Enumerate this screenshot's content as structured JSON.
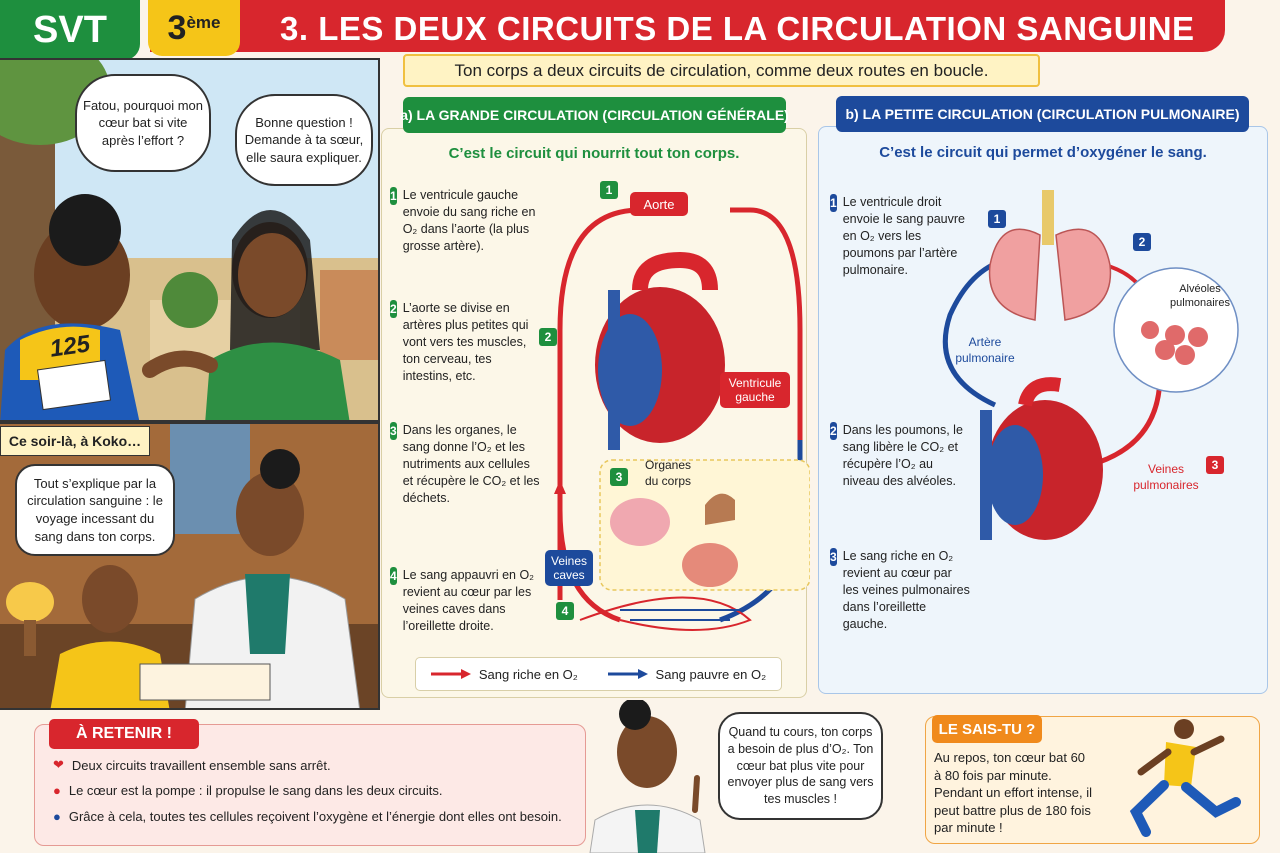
{
  "header": {
    "subject": "SVT",
    "grade": "3",
    "grade_sup": "ème",
    "title": "3. LES DEUX CIRCUITS DE LA CIRCULATION SANGUINE"
  },
  "subtitle": "Ton corps a deux circuits de circulation, comme deux routes en boucle.",
  "comic": {
    "bubble1": "Fatou, pourquoi mon cœur bat si vite après l’effort ?",
    "bubble2": "Bonne question ! Demande à ta sœur, elle saura expliquer.",
    "bib": "125",
    "caption": "Ce soir-là, à Koko…",
    "bubble3": "Tout s’explique par la circulation sanguine : le voyage incessant du sang dans ton corps."
  },
  "grande": {
    "title": "a) LA GRANDE CIRCULATION (CIRCULATION GÉNÉRALE)",
    "intro": "C’est le circuit qui nourrit tout ton corps.",
    "steps": [
      {
        "n": "1",
        "text": "Le ventricule gauche envoie du sang riche en O₂ dans l’aorte (la plus grosse artère)."
      },
      {
        "n": "2",
        "text": "L’aorte se divise en artères plus petites qui vont vers tes muscles, ton cerveau, tes intestins, etc."
      },
      {
        "n": "3",
        "text": "Dans les organes, le sang donne l’O₂ et les nutriments aux cellules et récupère le CO₂ et les déchets."
      },
      {
        "n": "4",
        "text": "Le sang appauvri en O₂ revient au cœur par les veines caves dans l’oreillette droite."
      }
    ],
    "labels": {
      "aorte": "Aorte",
      "ventricule": "Ventricule gauche",
      "organes": "Organes du corps",
      "veines": "Veines caves",
      "n1": "1",
      "n2": "2",
      "n3": "3",
      "n4": "4"
    },
    "legend": {
      "rich": "Sang riche en O₂",
      "poor": "Sang pauvre en O₂"
    }
  },
  "petite": {
    "title": "b) LA PETITE CIRCULATION (CIRCULATION PULMONAIRE)",
    "intro": "C’est le circuit qui permet d’oxygéner le sang.",
    "steps": [
      {
        "n": "1",
        "text": "Le ventricule droit envoie le sang pauvre en O₂ vers les poumons par l’artère pulmonaire."
      },
      {
        "n": "2",
        "text": "Dans les poumons, le sang libère le CO₂ et récupère l’O₂ au niveau des alvéoles."
      },
      {
        "n": "3",
        "text": "Le sang riche en O₂ revient au cœur par les veines pulmonaires dans l’oreillette gauche."
      }
    ],
    "labels": {
      "artere": "Artère pulmonaire",
      "alveoles": "Alvéoles pulmonaires",
      "veines": "Veines pulmonaires",
      "n1": "1",
      "n2": "2",
      "n3": "3"
    }
  },
  "retenir": {
    "title": "À RETENIR !",
    "items": [
      "Deux circuits travaillent ensemble sans arrêt.",
      "Le cœur est la pompe : il propulse le sang dans les deux circuits.",
      "Grâce à cela, toutes tes cellules reçoivent l’oxygène et l’énergie dont elles ont besoin."
    ]
  },
  "doctor_bubble": "Quand tu cours, ton corps a besoin de plus d’O₂. Ton cœur bat plus vite pour envoyer plus de sang vers tes muscles !",
  "saistu": {
    "title": "LE SAIS-TU ?",
    "text": "Au repos, ton cœur bat 60 à 80 fois par minute. Pendant un effort intense, il peut battre plus de 180 fois par minute !"
  },
  "colors": {
    "green": "#1e8f3e",
    "red": "#d8262d",
    "blue": "#1d4a9c",
    "yellow": "#f5c518"
  }
}
